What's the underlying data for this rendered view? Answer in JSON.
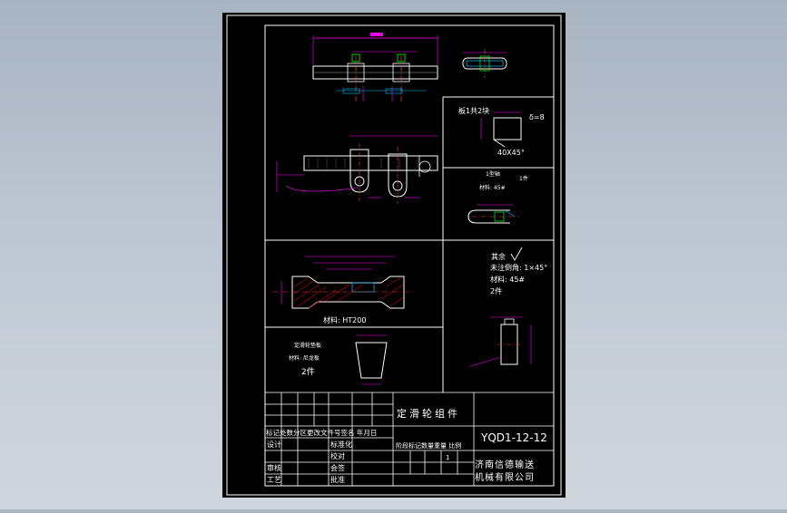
{
  "colors": {
    "background": "#b7c0cc",
    "sheet": "#000000",
    "line": "#ffffff",
    "dimension": "#ff00ff",
    "centerline": "#ff3b3b",
    "hatch": "#d00000",
    "detail": "#00c0ff",
    "accent_green": "#00ff00",
    "accent_yellow": "#ffff00"
  },
  "title_block": {
    "part_name": "定滑轮组件",
    "drawing_number": "YQD1-12-12",
    "company_line1": "济南信德输送",
    "company_line2": "机械有限公司",
    "revision_header": "标记处数分区更改文件号签名 年月日",
    "role_labels": [
      "设计",
      "审核",
      "工艺"
    ],
    "standard_labels": [
      "标准化",
      "校对",
      "会签",
      "批准"
    ],
    "stage_header": "阶段标记数量重量 比例",
    "quantity": "1"
  },
  "notes": {
    "plate_title": "板1共2块",
    "plate_thickness": "δ=8",
    "plate_chamfer": "40X45°",
    "shaft_title": "1型轴",
    "shaft_qty": "1件",
    "shaft_material": "材料: 45#",
    "spec_roughness": "其余",
    "spec_chamfer": "未注倒角: 1×45°",
    "spec_material": "材料: 45#",
    "spec_qty": "2件",
    "wheel_material": "材料: HT200",
    "liner_title": "定滑轮垫板",
    "liner_material": "材料: 尼龙板",
    "liner_qty": "2件"
  }
}
